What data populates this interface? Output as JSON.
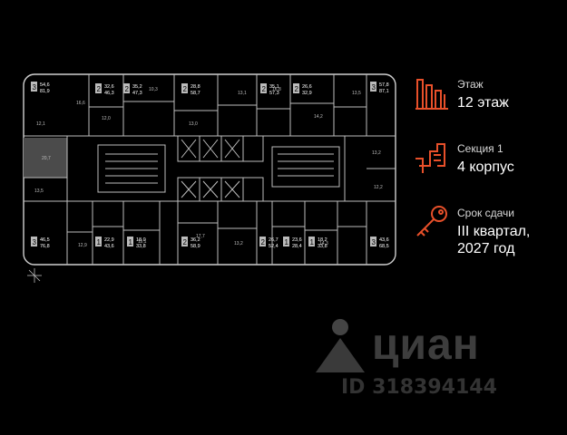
{
  "floor": {
    "label": "Этаж",
    "value": "12 этаж",
    "icon": "floors-icon"
  },
  "section": {
    "label": "Секция 1",
    "value": "4 корпус",
    "icon": "building-section-icon"
  },
  "delivery": {
    "label": "Срок сдачи",
    "value_line1": "III квартал,",
    "value_line2": "2027 год",
    "icon": "key-icon"
  },
  "accent_color": "#e8502a",
  "watermark": {
    "brand": "циан",
    "id_text": "ID 318394144"
  },
  "apartments_top": [
    {
      "rooms": "3",
      "area1": "54,6",
      "area2": "81,9"
    },
    {
      "rooms": "2",
      "area1": "32,6",
      "area2": "46,3"
    },
    {
      "rooms": "2",
      "area1": "35,2",
      "area2": "47,3"
    },
    {
      "rooms": "2",
      "area1": "28,8",
      "area2": "58,7"
    },
    {
      "rooms": "2",
      "area1": "35,1",
      "area2": "57,3"
    },
    {
      "rooms": "2",
      "area1": "26,6",
      "area2": "32,9"
    },
    {
      "rooms": "3",
      "area1": "57,8",
      "area2": "87,1"
    }
  ],
  "apartments_bottom": [
    {
      "rooms": "3",
      "area1": "46,5",
      "area2": "76,8"
    },
    {
      "rooms": "1",
      "area1": "22,9",
      "area2": "43,6"
    },
    {
      "rooms": "1",
      "area1": "18,0",
      "area2": "33,8"
    },
    {
      "rooms": "2",
      "area1": "36,2",
      "area2": "58,9"
    },
    {
      "rooms": "2",
      "area1": "26,7",
      "area2": "52,4"
    },
    {
      "rooms": "1",
      "area1": "23,6",
      "area2": "28,4"
    },
    {
      "rooms": "1",
      "area1": "18,2",
      "area2": "33,8"
    },
    {
      "rooms": "3",
      "area1": "43,6",
      "area2": "68,5"
    }
  ]
}
